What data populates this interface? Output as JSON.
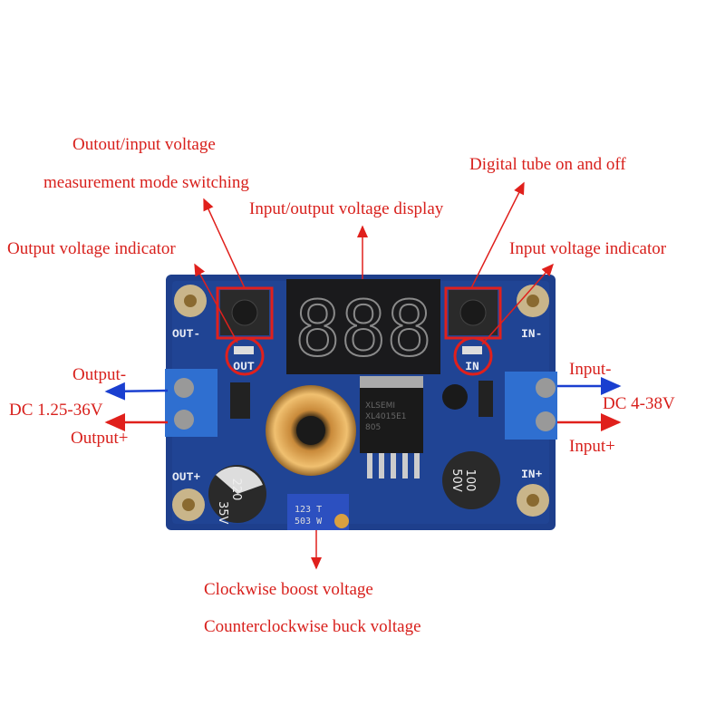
{
  "annotations": {
    "mode_switch_line1": "Outout/input voltage",
    "mode_switch_line2": "measurement mode switching",
    "display": "Input/output voltage display",
    "tube_toggle": "Digital tube on and off",
    "output_indicator": "Output voltage indicator",
    "input_indicator": "Input voltage indicator",
    "output_minus": "Output-",
    "output_range": "DC 1.25-36V",
    "output_plus": "Output+",
    "input_minus": "Input-",
    "input_range": "DC 4-38V",
    "input_plus": "Input+",
    "pot_line1": "Clockwise boost voltage",
    "pot_line2": "Counterclockwise buck voltage"
  },
  "board": {
    "out_minus": "OUT-",
    "out_plus": "OUT+",
    "in_minus": "IN-",
    "in_plus": "IN+",
    "led_out": "OUT",
    "led_in": "IN",
    "chip_line1": "XLSEMI",
    "chip_line2": "XL4015E1",
    "chip_line3": "805",
    "cap_out_value": "220",
    "cap_out_voltage": "35V",
    "cap_in_value": "100",
    "cap_in_voltage": "50V",
    "pot_code": "123 T",
    "pot_code2": "503 W",
    "display_digits": "888"
  },
  "colors": {
    "annotation": "#d8201c",
    "pcb": "#1e3f8c",
    "negative_arrow": "#1a3fd0",
    "positive_arrow": "#e0201c"
  }
}
